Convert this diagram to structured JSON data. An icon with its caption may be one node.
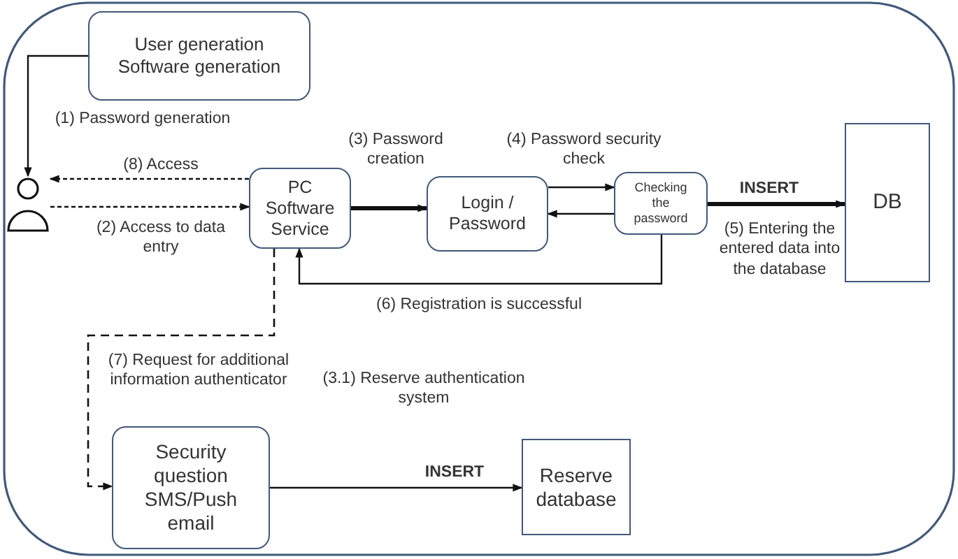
{
  "diagram": {
    "nodes": [
      {
        "text": [
          "User generation",
          "Software generation"
        ]
      },
      {
        "text": [],
        "shape": "person"
      },
      {
        "text": [
          "PC Software Service"
        ]
      },
      {
        "text": [
          "Login / Password"
        ]
      },
      {
        "text": [
          "Checking the password"
        ]
      },
      {
        "text": [
          "DB"
        ]
      },
      {
        "text": [
          "Security question SMS/Push email"
        ]
      },
      {
        "text": [
          "Reserve database"
        ]
      }
    ],
    "edges": [
      {
        "from": 0,
        "to": 1,
        "arrow": "to",
        "label": "(1) Password generation"
      },
      {
        "from": 2,
        "to": 1,
        "arrow": "to",
        "label": "(8) Access",
        "style": "dashed"
      },
      {
        "from": 1,
        "to": 2,
        "arrow": "to",
        "label": "(2) Access to data entry",
        "style": "dashed"
      },
      {
        "from": 2,
        "to": 3,
        "arrow": "to",
        "label": "(3) Password creation",
        "style": "thick"
      },
      {
        "from": 3,
        "to": 4,
        "arrow": "to",
        "label": "(4) Password security check"
      },
      {
        "from": 4,
        "to": 3,
        "arrow": "to"
      },
      {
        "from": 4,
        "to": 5,
        "arrow": "to",
        "label": "INSERT",
        "style": "thick"
      },
      {
        "from": 4,
        "to": 2,
        "arrow": "to",
        "label": "(6) Registration is successful"
      },
      {
        "from": 2,
        "to": 6,
        "arrow": "to",
        "label": "(7) Request for additional information authenticator",
        "style": "dashed"
      },
      {
        "from": 6,
        "to": 7,
        "arrow": "to",
        "label": "INSERT"
      }
    ],
    "labels": [
      "(5) Entering the entered data into the database",
      "(3.1) Reserve authentication system"
    ]
  }
}
